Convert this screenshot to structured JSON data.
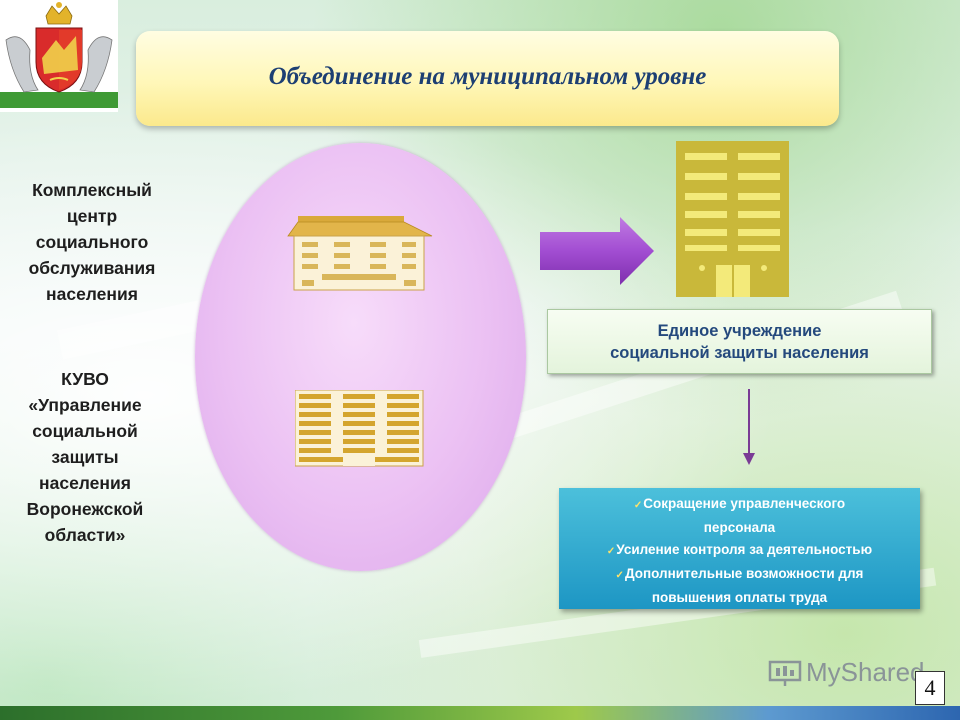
{
  "header": {
    "title": "Объединение на муниципальном уровне"
  },
  "left_labels": {
    "center": [
      "Комплексный",
      "центр",
      "социального",
      "обслуживания",
      "населения"
    ],
    "kuvo": [
      "КУВО",
      "«Управление",
      "социальной",
      "защиты",
      "населения",
      "Воронежской",
      "области»"
    ]
  },
  "institution": {
    "line1": "Единое учреждение",
    "line2": "социальной защиты населения"
  },
  "benefits": {
    "line1": "Сокращение управленческого",
    "line2": "персонала",
    "line3": "Усиление контроля за деятельностью",
    "line4": "Дополнительные возможности для",
    "line5": "повышения оплаты труда"
  },
  "watermark": "MyShared",
  "page_number": "4",
  "icons": {
    "emblem": "coat-of-arms-icon",
    "arrow": "right-arrow-icon",
    "down_arrow": "down-arrow-icon",
    "building_1": "low-building-icon",
    "building_2": "office-building-icon",
    "building_3": "tall-building-icon"
  },
  "colors": {
    "title_text": "#1d3f73",
    "ellipse": "#ebc0f3",
    "arrow": "#a24dd2",
    "tall_building": "#c9b83a",
    "teal_box": "#2aa6cf",
    "institution_text": "#24497d"
  }
}
